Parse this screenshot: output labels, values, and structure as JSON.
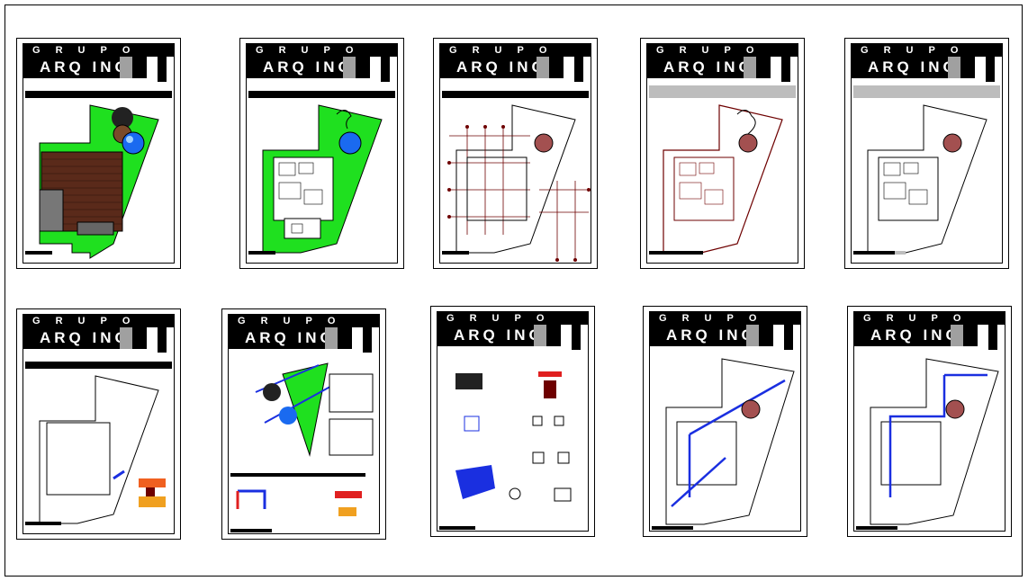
{
  "drawing": {
    "logo": {
      "top_letters": [
        "G",
        "R",
        "U",
        "P",
        "O"
      ],
      "name": "ARQ INC"
    },
    "sheets": [
      {
        "id": "s1",
        "variant": "site-green"
      },
      {
        "id": "s2",
        "variant": "plan-green"
      },
      {
        "id": "s3",
        "variant": "plan-grid"
      },
      {
        "id": "s4",
        "variant": "plan-red"
      },
      {
        "id": "s5",
        "variant": "plan-grey"
      },
      {
        "id": "s6",
        "variant": "plan-detail"
      },
      {
        "id": "s7",
        "variant": "pool-detail"
      },
      {
        "id": "s8",
        "variant": "details"
      },
      {
        "id": "s9",
        "variant": "plan-pipes"
      },
      {
        "id": "s10",
        "variant": "plan-pipes-2"
      }
    ],
    "colors": {
      "green": "#1fe01f",
      "blue": "#1a2fe0",
      "dark_red": "#6e0000",
      "black": "#000000",
      "grey": "#bdbdbd"
    }
  }
}
